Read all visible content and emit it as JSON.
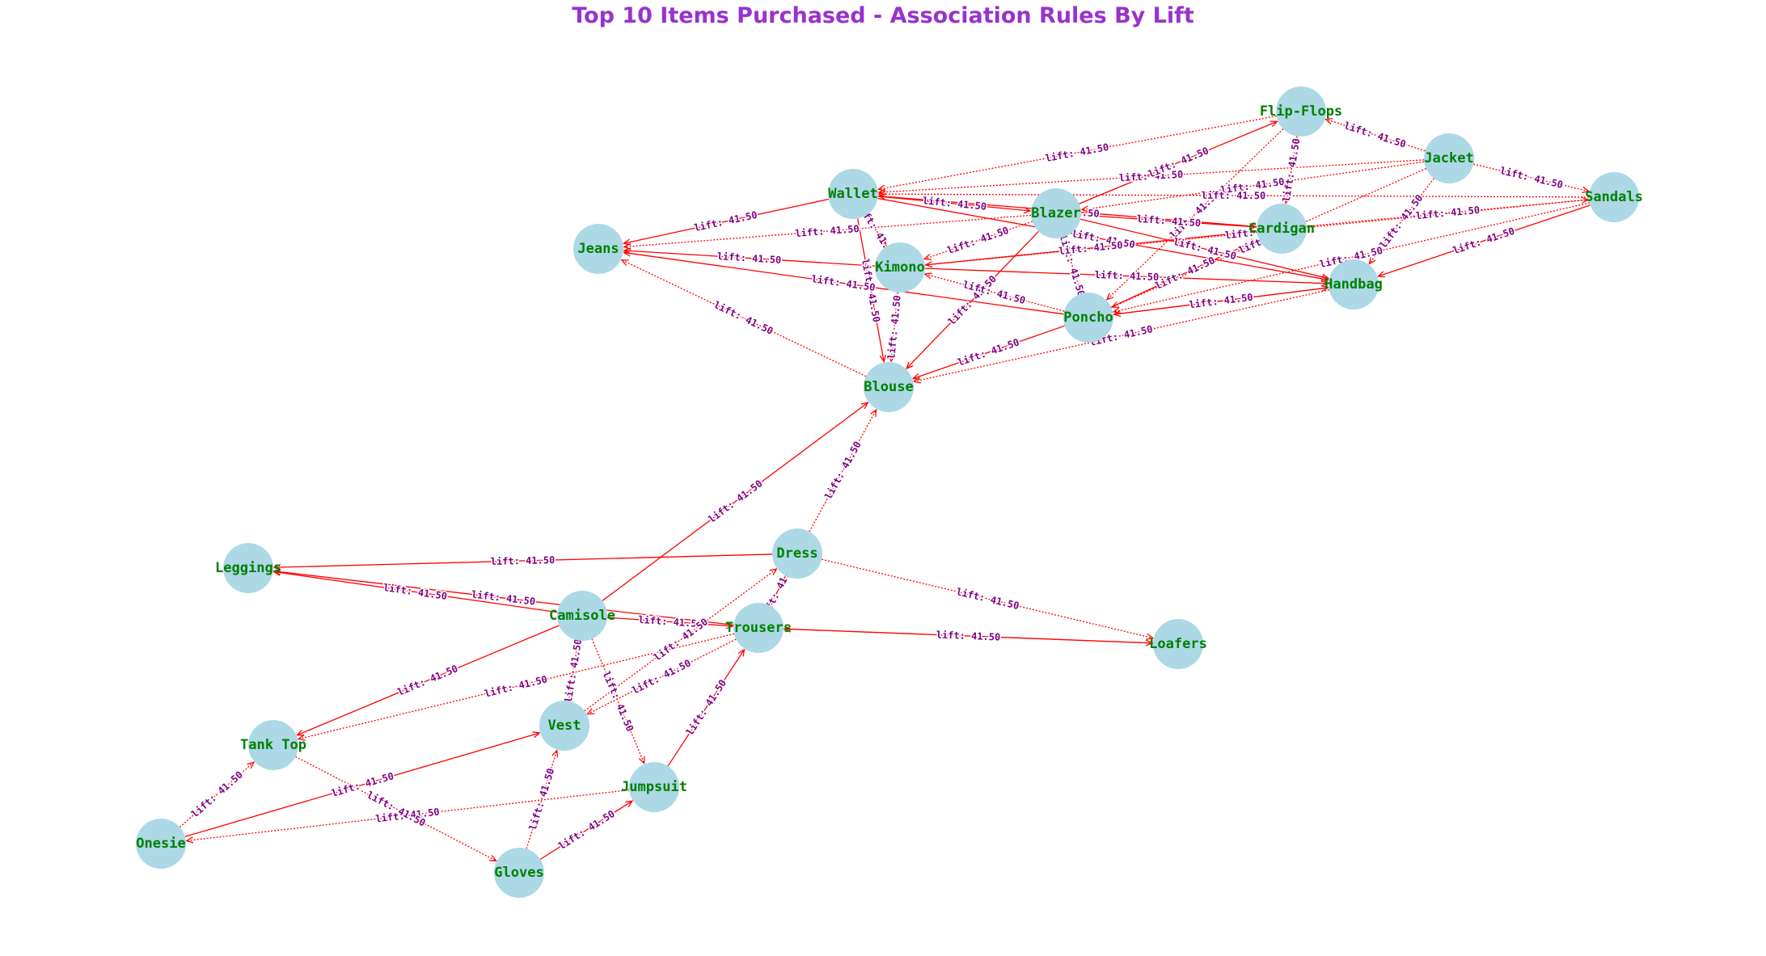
{
  "title": "Top 10 Items Purchased - Association Rules By Lift",
  "colors": {
    "title": "#9932cc",
    "node_fill": "#add8e6",
    "node_label": "#008000",
    "edge": "#ff0000",
    "edge_label": "#800080"
  },
  "edge_label_text": "lift: 41.50",
  "nodes": [
    {
      "id": "flipflops",
      "label": "Flip-Flops"
    },
    {
      "id": "jacket",
      "label": "Jacket"
    },
    {
      "id": "sandals",
      "label": "Sandals"
    },
    {
      "id": "wallet",
      "label": "Wallet"
    },
    {
      "id": "blazer",
      "label": "Blazer"
    },
    {
      "id": "cardigan",
      "label": "Cardigan"
    },
    {
      "id": "jeans",
      "label": "Jeans"
    },
    {
      "id": "kimono",
      "label": "Kimono"
    },
    {
      "id": "handbag",
      "label": "Handbag"
    },
    {
      "id": "poncho",
      "label": "Poncho"
    },
    {
      "id": "blouse",
      "label": "Blouse"
    },
    {
      "id": "leggings",
      "label": "Leggings"
    },
    {
      "id": "dress",
      "label": "Dress"
    },
    {
      "id": "camisole",
      "label": "Camisole"
    },
    {
      "id": "trousers",
      "label": "Trousers"
    },
    {
      "id": "loafers",
      "label": "Loafers"
    },
    {
      "id": "tanktop",
      "label": "Tank Top"
    },
    {
      "id": "vest",
      "label": "Vest"
    },
    {
      "id": "jumpsuit",
      "label": "Jumpsuit"
    },
    {
      "id": "onesie",
      "label": "Onesie"
    },
    {
      "id": "gloves",
      "label": "Gloves"
    }
  ],
  "edges": [
    {
      "source": "jacket",
      "target": "flipflops",
      "lift": 41.5,
      "style": "dotted"
    },
    {
      "source": "jacket",
      "target": "sandals",
      "lift": 41.5,
      "style": "dotted"
    },
    {
      "source": "jacket",
      "target": "wallet",
      "lift": 41.5,
      "style": "dotted"
    },
    {
      "source": "jacket",
      "target": "blazer",
      "lift": 41.5,
      "style": "dotted"
    },
    {
      "source": "jacket",
      "target": "poncho",
      "lift": 41.5,
      "style": "dotted"
    },
    {
      "source": "jacket",
      "target": "handbag",
      "lift": 41.5,
      "style": "dotted"
    },
    {
      "source": "flipflops",
      "target": "wallet",
      "lift": 41.5,
      "style": "dotted"
    },
    {
      "source": "flipflops",
      "target": "cardigan",
      "lift": 41.5,
      "style": "dotted"
    },
    {
      "source": "flipflops",
      "target": "poncho",
      "lift": 41.5,
      "style": "dotted"
    },
    {
      "source": "blazer",
      "target": "flipflops",
      "lift": 41.5,
      "style": "solid"
    },
    {
      "source": "sandals",
      "target": "wallet",
      "lift": 41.5,
      "style": "dotted"
    },
    {
      "source": "sandals",
      "target": "kimono",
      "lift": 41.5,
      "style": "dotted"
    },
    {
      "source": "sandals",
      "target": "poncho",
      "lift": 41.5,
      "style": "dotted"
    },
    {
      "source": "sandals",
      "target": "handbag",
      "lift": 41.5,
      "style": "solid"
    },
    {
      "source": "cardigan",
      "target": "sandals",
      "lift": 41.5,
      "style": "dotted"
    },
    {
      "source": "wallet",
      "target": "jeans",
      "lift": 41.5,
      "style": "solid"
    },
    {
      "source": "wallet",
      "target": "blazer",
      "lift": 41.5,
      "style": "solid"
    },
    {
      "source": "wallet",
      "target": "blouse",
      "lift": 41.5,
      "style": "solid"
    },
    {
      "source": "wallet",
      "target": "kimono",
      "lift": 41.5,
      "style": "dotted"
    },
    {
      "source": "wallet",
      "target": "handbag",
      "lift": 41.5,
      "style": "solid"
    },
    {
      "source": "cardigan",
      "target": "wallet",
      "lift": 41.5,
      "style": "solid"
    },
    {
      "source": "blazer",
      "target": "jeans",
      "lift": 41.5,
      "style": "dotted"
    },
    {
      "source": "blazer",
      "target": "kimono",
      "lift": 41.5,
      "style": "dotted"
    },
    {
      "source": "blazer",
      "target": "cardigan",
      "lift": 41.5,
      "style": "solid"
    },
    {
      "source": "blazer",
      "target": "handbag",
      "lift": 41.5,
      "style": "solid"
    },
    {
      "source": "blazer",
      "target": "poncho",
      "lift": 41.5,
      "style": "dotted"
    },
    {
      "source": "blazer",
      "target": "blouse",
      "lift": 41.5,
      "style": "solid"
    },
    {
      "source": "kimono",
      "target": "jeans",
      "lift": 41.5,
      "style": "solid"
    },
    {
      "source": "kimono",
      "target": "cardigan",
      "lift": 41.5,
      "style": "solid"
    },
    {
      "source": "kimono",
      "target": "handbag",
      "lift": 41.5,
      "style": "solid"
    },
    {
      "source": "kimono",
      "target": "blouse",
      "lift": 41.5,
      "style": "dotted"
    },
    {
      "source": "poncho",
      "target": "kimono",
      "lift": 41.5,
      "style": "dotted"
    },
    {
      "source": "poncho",
      "target": "jeans",
      "lift": 41.5,
      "style": "solid"
    },
    {
      "source": "poncho",
      "target": "handbag",
      "lift": 41.5,
      "style": "solid"
    },
    {
      "source": "poncho",
      "target": "cardigan",
      "lift": 41.5,
      "style": "solid"
    },
    {
      "source": "poncho",
      "target": "blouse",
      "lift": 41.5,
      "style": "solid"
    },
    {
      "source": "handbag",
      "target": "poncho",
      "lift": 41.5,
      "style": "solid"
    },
    {
      "source": "handbag",
      "target": "blouse",
      "lift": 41.5,
      "style": "dotted"
    },
    {
      "source": "blouse",
      "target": "jeans",
      "lift": 41.5,
      "style": "dotted"
    },
    {
      "source": "camisole",
      "target": "blouse",
      "lift": 41.5,
      "style": "solid"
    },
    {
      "source": "dress",
      "target": "blouse",
      "lift": 41.5,
      "style": "dotted"
    },
    {
      "source": "dress",
      "target": "leggings",
      "lift": 41.5,
      "style": "solid"
    },
    {
      "source": "dress",
      "target": "trousers",
      "lift": 41.5,
      "style": "solid"
    },
    {
      "source": "dress",
      "target": "loafers",
      "lift": 41.5,
      "style": "dotted"
    },
    {
      "source": "camisole",
      "target": "leggings",
      "lift": 41.5,
      "style": "solid"
    },
    {
      "source": "trousers",
      "target": "leggings",
      "lift": 41.5,
      "style": "solid"
    },
    {
      "source": "camisole",
      "target": "trousers",
      "lift": 41.5,
      "style": "solid"
    },
    {
      "source": "trousers",
      "target": "loafers",
      "lift": 41.5,
      "style": "solid"
    },
    {
      "source": "loafers",
      "target": "trousers",
      "lift": 41.5,
      "style": "dotted"
    },
    {
      "source": "camisole",
      "target": "tanktop",
      "lift": 41.5,
      "style": "solid"
    },
    {
      "source": "camisole",
      "target": "jumpsuit",
      "lift": 41.5,
      "style": "dotted"
    },
    {
      "source": "vest",
      "target": "camisole",
      "lift": 41.5,
      "style": "dotted"
    },
    {
      "source": "vest",
      "target": "dress",
      "lift": 41.5,
      "style": "dotted"
    },
    {
      "source": "trousers",
      "target": "vest",
      "lift": 41.5,
      "style": "dotted"
    },
    {
      "source": "trousers",
      "target": "tanktop",
      "lift": 41.5,
      "style": "dotted"
    },
    {
      "source": "jumpsuit",
      "target": "trousers",
      "lift": 41.5,
      "style": "solid"
    },
    {
      "source": "onesie",
      "target": "tanktop",
      "lift": 41.5,
      "style": "dotted"
    },
    {
      "source": "onesie",
      "target": "vest",
      "lift": 41.5,
      "style": "solid"
    },
    {
      "source": "jumpsuit",
      "target": "onesie",
      "lift": 41.5,
      "style": "dotted"
    },
    {
      "source": "tanktop",
      "target": "gloves",
      "lift": 41.5,
      "style": "dotted"
    },
    {
      "source": "gloves",
      "target": "vest",
      "lift": 41.5,
      "style": "dotted"
    },
    {
      "source": "gloves",
      "target": "jumpsuit",
      "lift": 41.5,
      "style": "solid"
    }
  ]
}
